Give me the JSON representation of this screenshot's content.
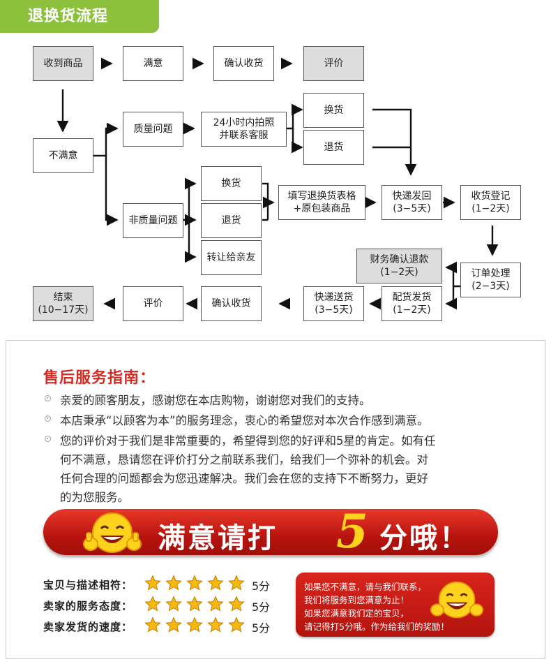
{
  "header": {
    "title": "退换货流程"
  },
  "flow": {
    "receive": "收到商品",
    "satisfied": "满意",
    "confirm_receipt_top": "确认收货",
    "review_top": "评价",
    "unsatisfied": "不满意",
    "quality_issue": "质量问题",
    "photo_24h": "24小时内拍照\n并联系客服",
    "exchange_q": "换货",
    "return_q": "退货",
    "non_quality_issue": "非质量问题",
    "exchange_nq": "换货",
    "return_nq": "退货",
    "transfer_friend": "转让给亲友",
    "fill_form": "填写退换货表格\n+原包装商品",
    "quick_send_back": "快递发回\n(3−5天)",
    "receive_register": "收货登记\n(1−2天)",
    "finance_refund": "财务确认退款\n(1−2天)",
    "order_process": "订单处理\n(2−3天)",
    "ship_goods": "配货发货\n(1−2天)",
    "quick_deliver": "快递送货\n(3−5天)",
    "confirm_receipt_bottom": "确认收货",
    "review_bottom": "评价",
    "end": "结束\n(10−17天)"
  },
  "guide": {
    "title": "售后服务指南：",
    "lines": [
      "亲爱的顾客朋友，感谢您在本店购物，谢谢您对我们的支持。",
      "本店秉承“以顾客为本”的服务理念，衷心的希望您对本次合作感到满意。",
      "您的评价对于我们是非常重要的，希望得到您的好评和5星的肯定。如有任",
      "何不满意，恳请您在评价打分之前联系我们，给我们一个弥补的机会。对",
      "任何合理的问题都会为您迅速解决。我们会在您的支持下不断努力，更好",
      "的为您服务。"
    ]
  },
  "banner": {
    "left": "满意请打",
    "number": "5",
    "right": "分哦！"
  },
  "ratings": [
    {
      "label": "宝贝与描述相符：",
      "score": "5分",
      "stars": 5
    },
    {
      "label": "卖家的服务态度：",
      "score": "5分",
      "stars": 5
    },
    {
      "label": "卖家发货的速度：",
      "score": "5分",
      "stars": 5
    }
  ],
  "note": {
    "lines": [
      "如果您不满意，请与我们联系，",
      "我们将服务到您满意为止！",
      "如果您满意我们定的宝贝，",
      "请记得打5分哦。作为给我们的奖励！"
    ]
  },
  "colors": {
    "header_green": "#8dc03d",
    "accent_red": "#d52b22",
    "star_gold": "#f5b90f",
    "box_gray": "#dddddd"
  },
  "icons": [
    "smiley-thumbs-up-icon",
    "star-icon"
  ]
}
